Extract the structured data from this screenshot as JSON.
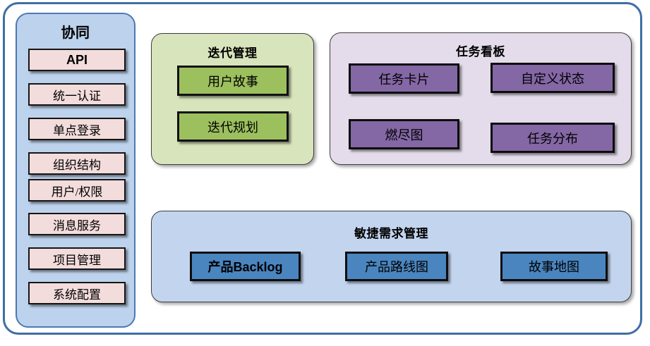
{
  "diagram": {
    "frame": {
      "accent_color": "#3f6ea5"
    },
    "sidebar": {
      "title": "协同",
      "bg_color": "#bdd2ec",
      "item_color": "#f3dcdc",
      "items": [
        {
          "label": "API",
          "style": "bold"
        },
        {
          "label": "统一认证",
          "style": "serif"
        },
        {
          "label": "单点登录",
          "style": "serif"
        },
        {
          "label": "组织结构",
          "style": "serif"
        },
        {
          "label": "用户/权限",
          "style": "serif"
        },
        {
          "label": "消息服务",
          "style": "serif"
        },
        {
          "label": "项目管理",
          "style": "serif"
        },
        {
          "label": "系统配置",
          "style": "serif"
        }
      ]
    },
    "panels": [
      {
        "id": "iteration",
        "title": "迭代管理",
        "bg_color": "#d8e4bc",
        "item_color": "#9dc05e",
        "items": [
          {
            "label": "用户故事"
          },
          {
            "label": "迭代规划"
          }
        ]
      },
      {
        "id": "taskboard",
        "title": "任务看板",
        "bg_color": "#e4dcea",
        "item_color": "#8467a5",
        "items": [
          {
            "label": "任务卡片"
          },
          {
            "label": "自定义状态"
          },
          {
            "label": "燃尽图"
          },
          {
            "label": "任务分布"
          }
        ]
      },
      {
        "id": "agile",
        "title": "敏捷需求管理",
        "bg_color": "#c3d5ee",
        "item_color": "#4a85c0",
        "items": [
          {
            "label": "产品Backlog",
            "style": "bold"
          },
          {
            "label": "产品路线图",
            "style": "serif"
          },
          {
            "label": "故事地图",
            "style": "serif"
          }
        ]
      }
    ]
  }
}
